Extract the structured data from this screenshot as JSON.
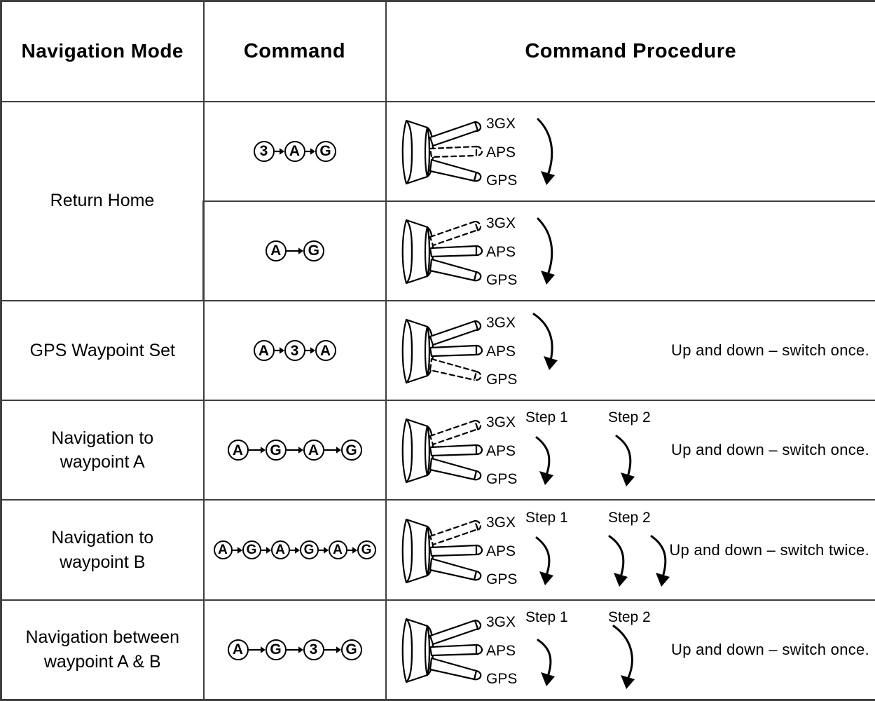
{
  "table": {
    "headers": {
      "mode": "Navigation Mode",
      "command": "Command",
      "procedure": "Command Procedure"
    },
    "switch_labels": {
      "top": "3GX",
      "middle": "APS",
      "bottom": "GPS"
    },
    "step_labels": {
      "step1": "Step 1",
      "step2": "Step 2"
    },
    "rows": [
      {
        "mode": "Return Home",
        "mode_rowspan": 2,
        "command_symbols": [
          "3",
          "A",
          "G"
        ],
        "command_spacing": "tight",
        "dashed_position": "middle",
        "steps": [],
        "arrows": "single-right",
        "note": ""
      },
      {
        "mode": "",
        "command_symbols": [
          "A",
          "G"
        ],
        "command_spacing": "wide",
        "dashed_position": "top",
        "steps": [],
        "arrows": "single-right",
        "note": ""
      },
      {
        "mode": "GPS Waypoint Set",
        "command_symbols": [
          "A",
          "3",
          "A"
        ],
        "command_spacing": "tight",
        "dashed_position": "bottom",
        "steps": [],
        "arrows": "single-top",
        "note": "Up and down  –  switch once."
      },
      {
        "mode": "Navigation to\nwaypoint A",
        "command_symbols": [
          "A",
          "G",
          "A",
          "G"
        ],
        "command_spacing": "wide",
        "dashed_position": "top",
        "steps": [
          "Step 1",
          "Step 2"
        ],
        "arrows": "step1-1-step2-1",
        "note": "Up and down  –  switch once."
      },
      {
        "mode": "Navigation to\nwaypoint B",
        "command_symbols": [
          "A",
          "G",
          "A",
          "G",
          "A",
          "G"
        ],
        "command_spacing": "tight",
        "dashed_position": "top",
        "steps": [
          "Step 1",
          "Step 2"
        ],
        "arrows": "step1-1-step2-2",
        "note": "Up and down  –  switch twice."
      },
      {
        "mode": "Navigation between\nwaypoint A & B",
        "command_symbols": [
          "A",
          "G",
          "3",
          "G"
        ],
        "command_spacing": "wide",
        "dashed_position": "none",
        "steps": [
          "Step 1",
          "Step 2"
        ],
        "arrows": "step1-short-step2-long",
        "note": "Up and down  –  switch once."
      }
    ]
  },
  "colors": {
    "border": "#3f3f3f",
    "ink": "#000000",
    "background": "#ffffff"
  }
}
